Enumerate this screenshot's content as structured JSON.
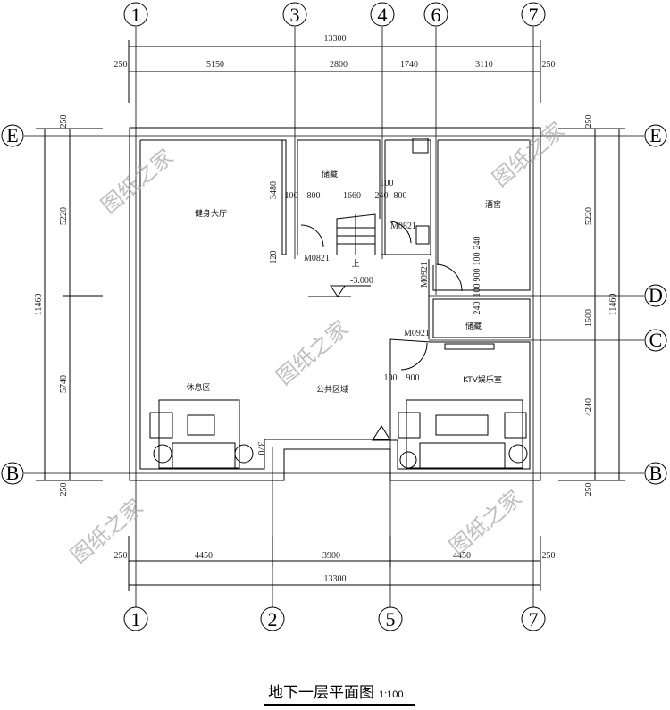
{
  "title": "地下一层平面图",
  "scale": "1:100",
  "axes": {
    "top": [
      "1",
      "3",
      "4",
      "6",
      "7"
    ],
    "bottom": [
      "1",
      "2",
      "5",
      "7"
    ],
    "left": [
      "E",
      "B"
    ],
    "right": [
      "E",
      "D",
      "C",
      "B"
    ]
  },
  "dims": {
    "top_total": "13300",
    "top_parts": [
      "250",
      "5150",
      "2800",
      "1740",
      "3110",
      "250"
    ],
    "bottom_parts": [
      "250",
      "4450",
      "3900",
      "4450",
      "250"
    ],
    "bottom_total": "13300",
    "left_total": "11460",
    "left_parts": [
      "250",
      "5220",
      "5740",
      "250"
    ],
    "right_total": "11460",
    "right_parts": [
      "250",
      "5220",
      "1500",
      "4240",
      "250"
    ],
    "inner": [
      "3480",
      "120",
      "100",
      "800",
      "1660",
      "240",
      "100",
      "800",
      "240",
      "100",
      "900",
      "100",
      "240",
      "100",
      "900",
      "370"
    ]
  },
  "rooms": {
    "gym": "健身大厅",
    "storage1": "储藏",
    "wine": "酒窖",
    "storage2": "储藏",
    "lounge": "休息区",
    "public": "公共区域",
    "ktv": "KTV娱乐室",
    "stair_up": "上"
  },
  "doors": [
    "M0821",
    "M0821",
    "M0921",
    "M0921"
  ],
  "elevation": "-3.000",
  "watermark": "图纸之家"
}
